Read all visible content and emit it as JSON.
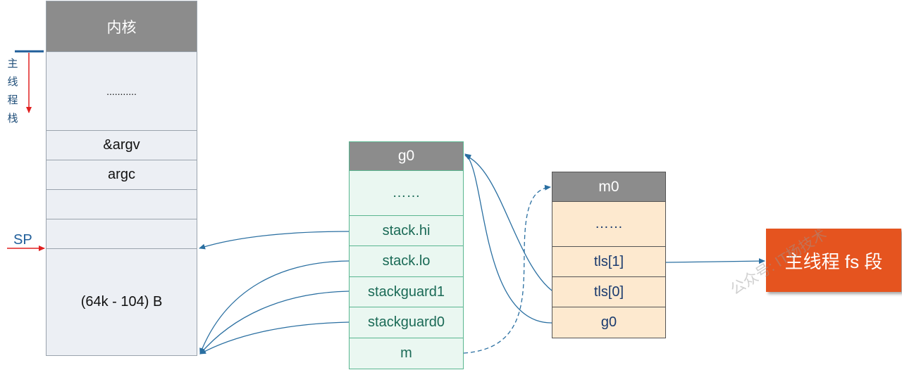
{
  "stack": {
    "kernel": "内核",
    "dots": "...........",
    "argv": "&argv",
    "argc": "argc",
    "empty1": "",
    "empty2": "",
    "size": "(64k - 104) B"
  },
  "main_stack_label": [
    "主",
    "线",
    "程",
    "栈"
  ],
  "sp_label": "SP",
  "g0": {
    "title": "g0",
    "dots": "……",
    "stack_hi": "stack.hi",
    "stack_lo": "stack.lo",
    "stackguard1": "stackguard1",
    "stackguard0": "stackguard0",
    "m": "m"
  },
  "m0": {
    "title": "m0",
    "dots": "……",
    "tls1": "tls[1]",
    "tls0": "tls[0]",
    "g0": "g0"
  },
  "fs_segment": "主线程 fs 段",
  "watermark": "公众号: IT杨技术",
  "colors": {
    "arrow_blue": "#2a6fa1",
    "red": "#e02020",
    "header_gray": "#8c8c8c",
    "fs_orange": "#e5541f"
  }
}
